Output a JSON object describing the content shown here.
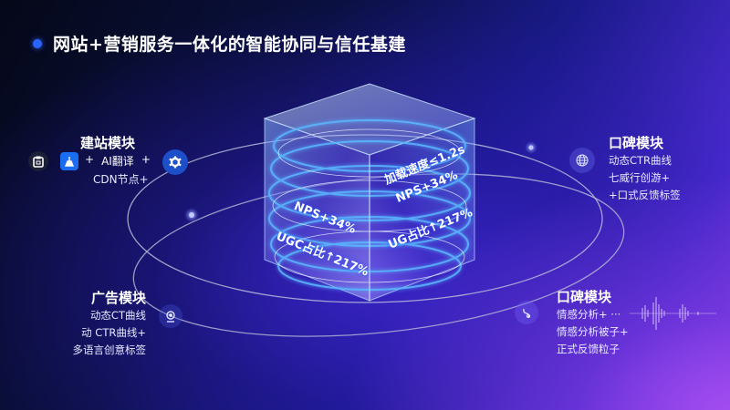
{
  "title": "网站+营销服务一体化的智能协同与信任基建",
  "colors": {
    "accent_dot": "#2a64ff",
    "ring_color": "#b8bcd8",
    "cube_glow": "#4aa8ff"
  },
  "cube": {
    "labels_right": [
      "加载速度≤1.2s",
      "NPS+34%",
      "UG占比↑217%"
    ],
    "labels_left": [
      "NPS+34%",
      "UGC占比↑217%"
    ]
  },
  "modules": {
    "site": {
      "title": "建站模块",
      "line1_plus1": "+",
      "line1_text": "AI翻译",
      "line1_plus2": "+",
      "line2": "CDN节点+",
      "icons": [
        "clipboard-icon",
        "broom-icon",
        "gear-icon"
      ]
    },
    "reputation_top": {
      "title": "口碑模块",
      "lines": [
        "动态CTR曲线",
        "七威行创游+",
        "+口式反馈标签"
      ],
      "icon": "globe-icon"
    },
    "ads": {
      "title": "广告模块",
      "lines": [
        "动态CT曲线",
        "动 CTR曲线+",
        "多语言创意标签"
      ],
      "icon": "location-pin-icon"
    },
    "reputation_bottom": {
      "title": "口碑模块",
      "lines": [
        "情感分析+ ···",
        "情感分析被子+",
        "正式反馈粒子"
      ],
      "icon": "sentiment-icon"
    }
  }
}
